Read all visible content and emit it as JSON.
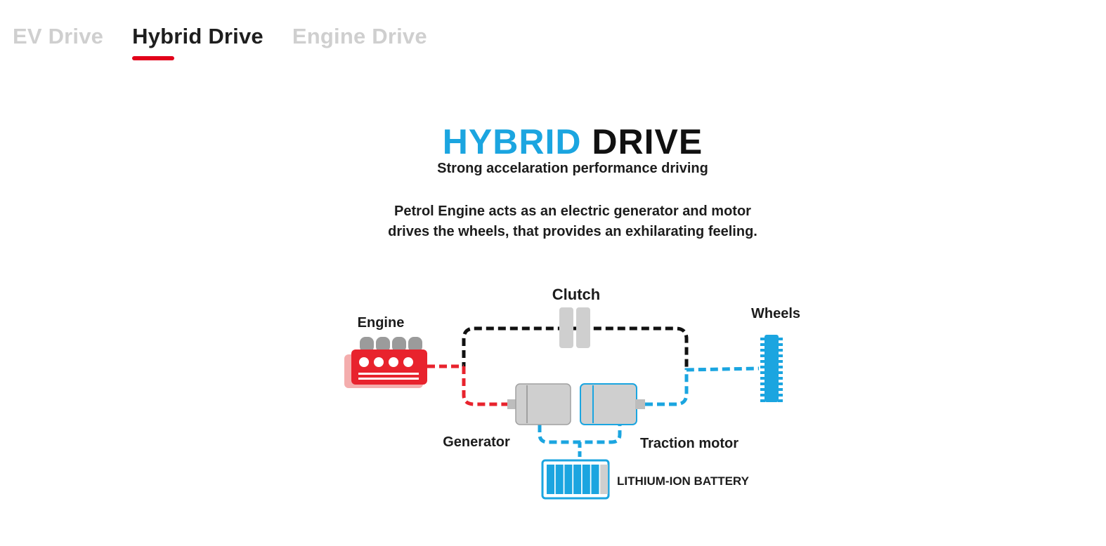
{
  "tabs": [
    {
      "label": "EV Drive",
      "active": false
    },
    {
      "label": "Hybrid Drive",
      "active": true
    },
    {
      "label": "Engine Drive",
      "active": false
    }
  ],
  "infographic": {
    "title_part1": "HYBRID",
    "title_part2": "DRIVE",
    "subtitle": "Strong accelaration performance driving",
    "description": "Petrol Engine acts as an electric generator and motor drives the wheels, that provides an exhilarating feeling.",
    "labels": {
      "clutch": "Clutch",
      "engine": "Engine",
      "wheels": "Wheels",
      "generator": "Generator",
      "traction_motor": "Traction motor",
      "battery": "LITHIUM-ION BATTERY"
    }
  },
  "colors": {
    "accent_red": "#e2001a",
    "hybrid_blue": "#1ba5e0",
    "engine_red": "#e8232d",
    "tab_inactive": "#cfcfcf",
    "tab_active": "#1e1e1e",
    "component_gray": "#cfcfcf"
  },
  "battery": {
    "charge_fraction": 0.85
  }
}
